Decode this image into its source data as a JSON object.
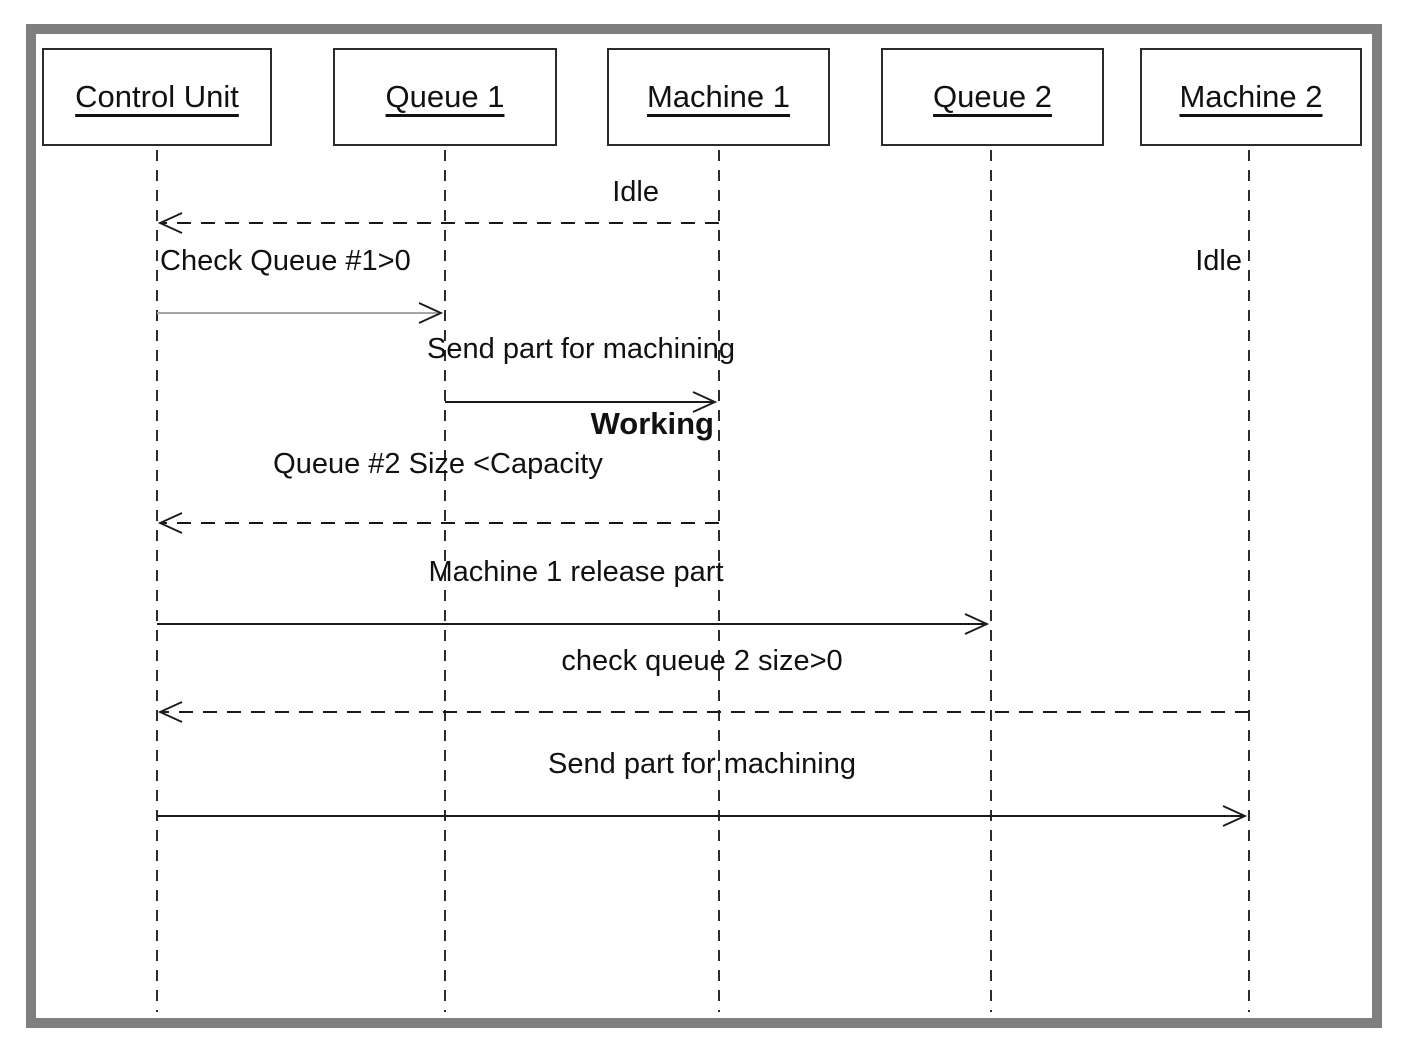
{
  "diagram": {
    "type": "uml-sequence-diagram",
    "participants": [
      {
        "label": "Control Unit"
      },
      {
        "label": "Queue 1"
      },
      {
        "label": "Machine 1"
      },
      {
        "label": "Queue 2"
      },
      {
        "label": "Machine 2"
      }
    ],
    "messages": [
      {
        "label": "Idle",
        "from": "Machine 1",
        "to": "Control Unit",
        "line": "dashed"
      },
      {
        "label": "Check Queue #1>0",
        "from": "Control Unit",
        "to": "Queue 1",
        "line": "solid"
      },
      {
        "label": "Send part for machining",
        "from": "Queue 1",
        "to": "Machine 1",
        "line": "solid"
      },
      {
        "label": "Queue #2 Size <Capacity",
        "from": "Machine 1",
        "to": "Control Unit",
        "line": "dashed"
      },
      {
        "label": "Machine 1 release part",
        "from": "Control Unit",
        "to": "Queue 2",
        "line": "solid"
      },
      {
        "label": "check queue 2 size>0",
        "from": "Machine 2",
        "to": "Control Unit",
        "line": "dashed"
      },
      {
        "label": "Send part for machining",
        "from": "Control Unit",
        "to": "Machine 2",
        "line": "solid"
      }
    ],
    "state_labels": [
      {
        "label": "Working",
        "near": "Machine 1",
        "style": "bold"
      },
      {
        "label": "Idle",
        "near": "Machine 2",
        "style": "normal"
      }
    ],
    "colors": {
      "frame": "#7f7f7f",
      "line": "#1a1a1a",
      "light_line": "#a6a6a6",
      "background": "#ffffff",
      "text": "#111111"
    }
  }
}
